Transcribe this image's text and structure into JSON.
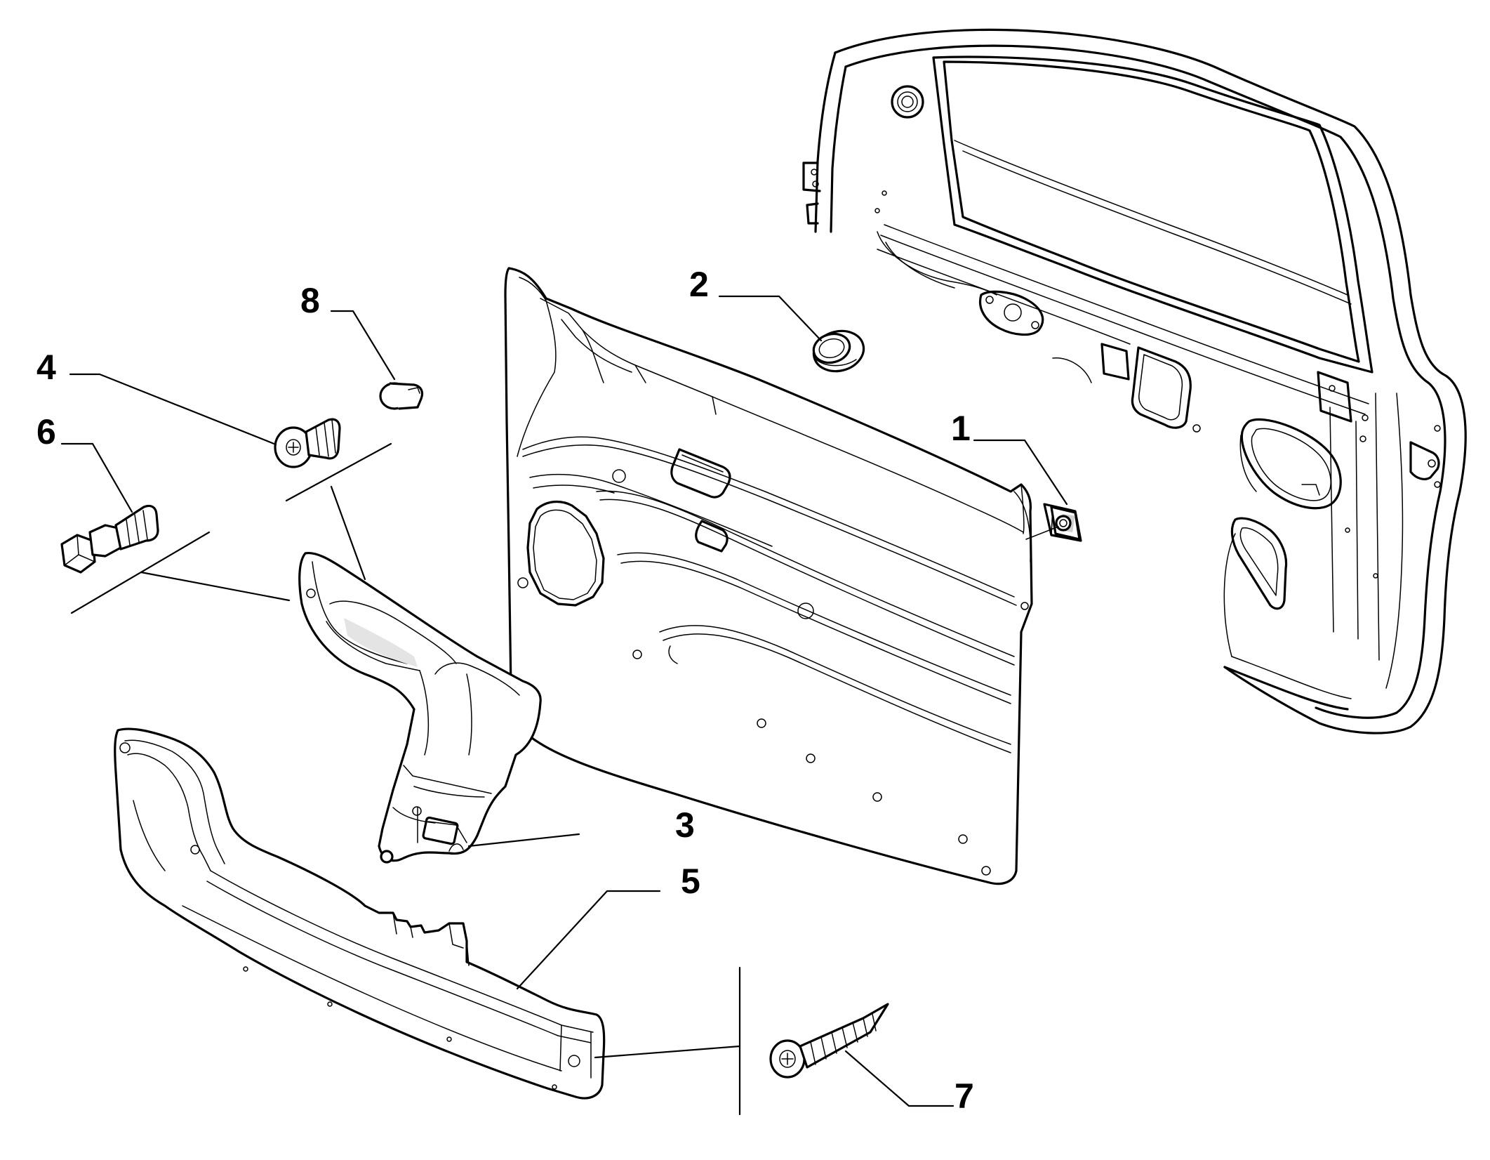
{
  "callouts": [
    {
      "id": "1",
      "label": "1"
    },
    {
      "id": "2",
      "label": "2"
    },
    {
      "id": "3",
      "label": "3"
    },
    {
      "id": "4",
      "label": "4"
    },
    {
      "id": "5",
      "label": "5"
    },
    {
      "id": "6",
      "label": "6"
    },
    {
      "id": "7",
      "label": "7"
    },
    {
      "id": "8",
      "label": "8"
    }
  ],
  "colors": {
    "line": "#000000",
    "shade": "#d0d0d0",
    "background": "#ffffff"
  },
  "icons": [
    "door-frame",
    "trim-panel",
    "speed-nut",
    "grommet",
    "armrest-handle",
    "bolt",
    "door-pocket",
    "tapping-screw",
    "plug-cap"
  ]
}
